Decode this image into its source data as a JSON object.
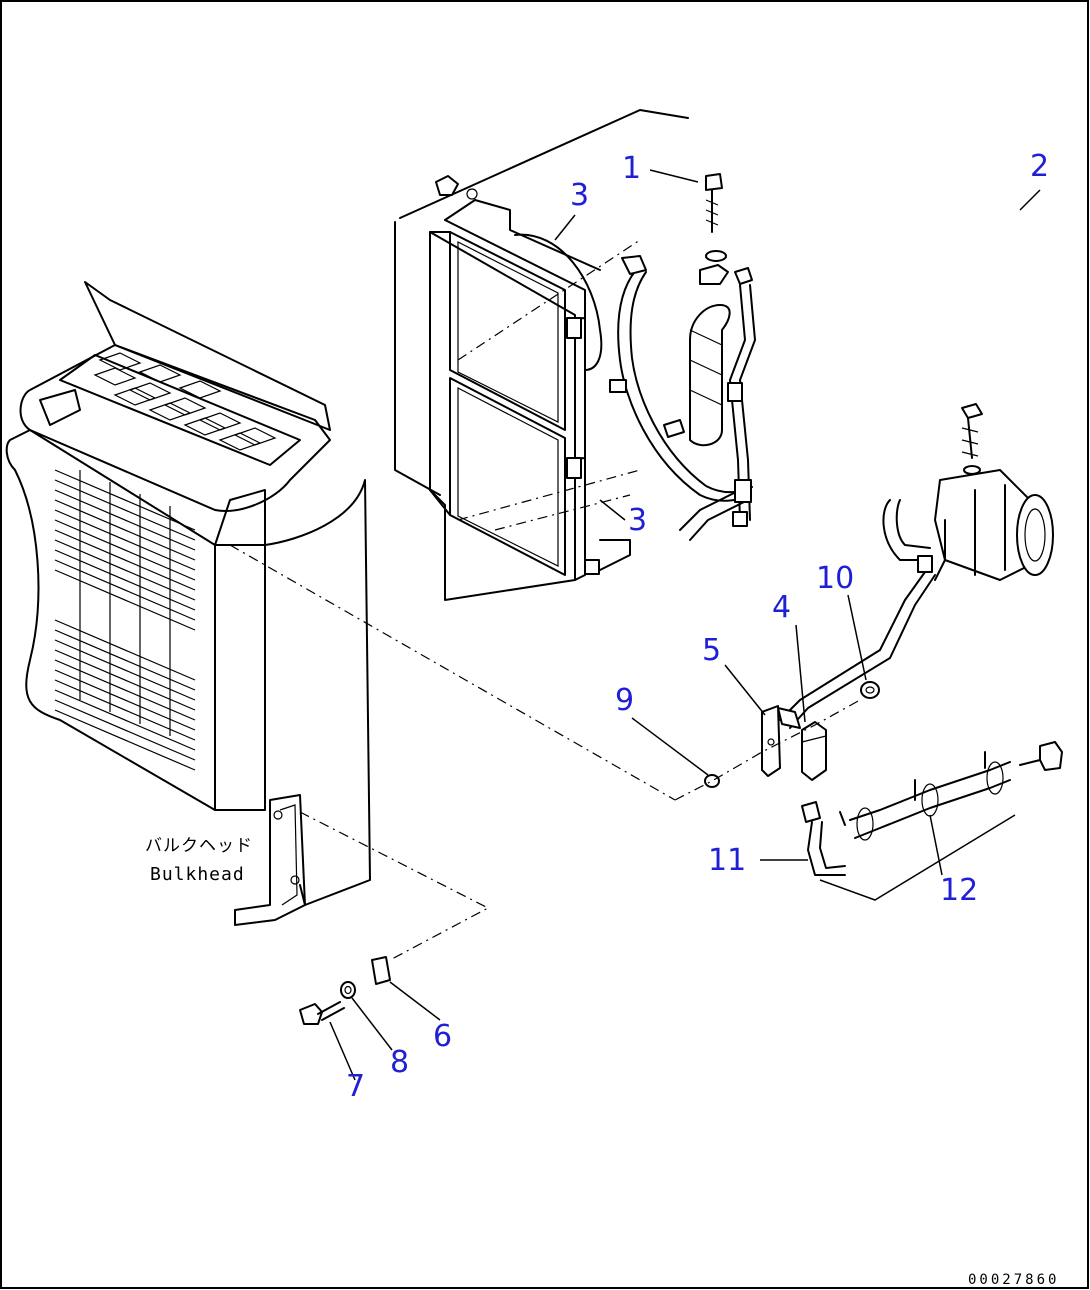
{
  "callouts": {
    "c1": "1",
    "c2": "2",
    "c3a": "3",
    "c3b": "3",
    "c4": "4",
    "c5": "5",
    "c6": "6",
    "c7": "7",
    "c8": "8",
    "c9": "9",
    "c10": "10",
    "c11": "11",
    "c12": "12"
  },
  "note": {
    "japanese": "バルクヘッド",
    "english": "Bulkhead"
  },
  "drawing_number": "00027860",
  "colors": {
    "callout": "#1f1fd6",
    "line": "#000000",
    "background": "#ffffff"
  }
}
